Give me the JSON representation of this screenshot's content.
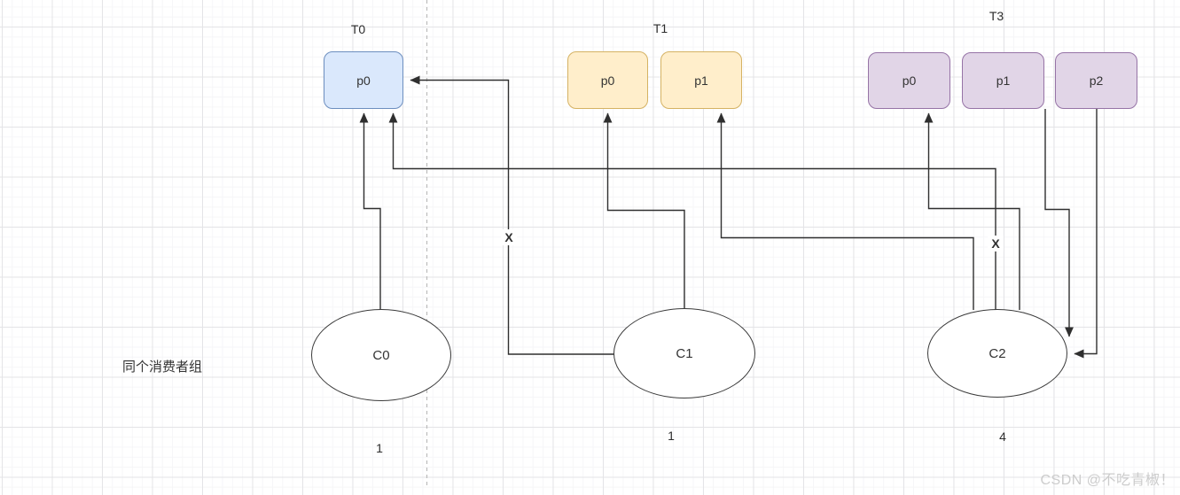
{
  "diagram": {
    "group_label": "同个消费者组",
    "topics": [
      {
        "label": "T0",
        "partitions": [
          {
            "label": "p0"
          }
        ]
      },
      {
        "label": "T1",
        "partitions": [
          {
            "label": "p0"
          },
          {
            "label": "p1"
          }
        ]
      },
      {
        "label": "T3",
        "partitions": [
          {
            "label": "p0"
          },
          {
            "label": "p1"
          },
          {
            "label": "p2"
          }
        ]
      }
    ],
    "consumers": [
      {
        "label": "C0",
        "assigned_count": "1"
      },
      {
        "label": "C1",
        "assigned_count": "1"
      },
      {
        "label": "C2",
        "assigned_count": "4"
      }
    ],
    "revoked_marks": [
      {
        "label": "X"
      },
      {
        "label": "X"
      }
    ],
    "colors": {
      "topic_t0_fill": "#dae8fc",
      "topic_t0_stroke": "#6c8ebf",
      "topic_t1_fill": "#ffeecb",
      "topic_t1_stroke": "#d5b263",
      "topic_t3_fill": "#e1d5e7",
      "topic_t3_stroke": "#9673a6",
      "connector": "#2f2f2f"
    }
  },
  "watermark": "CSDN @不吃青椒！"
}
